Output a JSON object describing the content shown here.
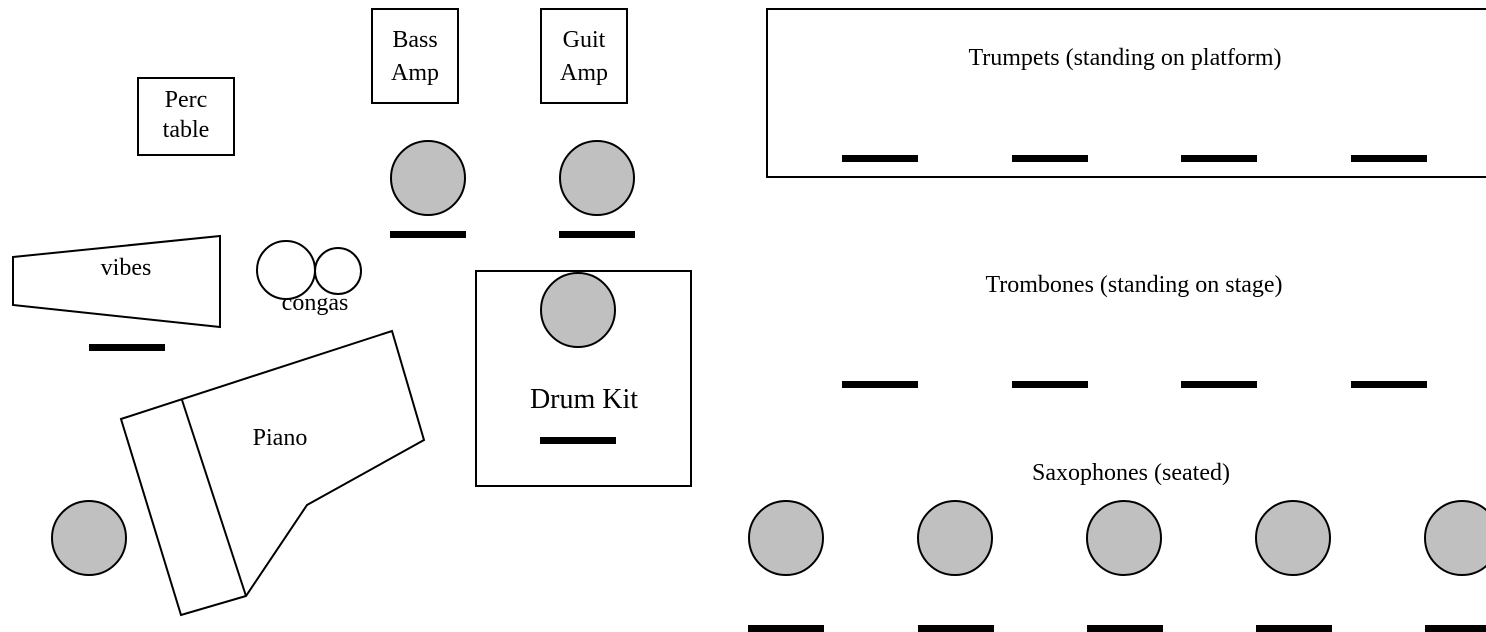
{
  "labels": {
    "perc_table": [
      "Perc",
      "table"
    ],
    "bass_amp": [
      "Bass",
      "Amp"
    ],
    "guit_amp": [
      "Guit",
      "Amp"
    ],
    "trumpets": "Trumpets (standing on platform)",
    "vibes": "vibes",
    "congas": "congas",
    "trombones": "Trombones (standing on stage)",
    "drum_kit": "Drum Kit",
    "piano": "Piano",
    "saxophones": "Saxophones  (seated)"
  },
  "colors": {
    "stroke": "#000000",
    "seat_fill": "#c0c0c0",
    "background": "#ffffff"
  }
}
